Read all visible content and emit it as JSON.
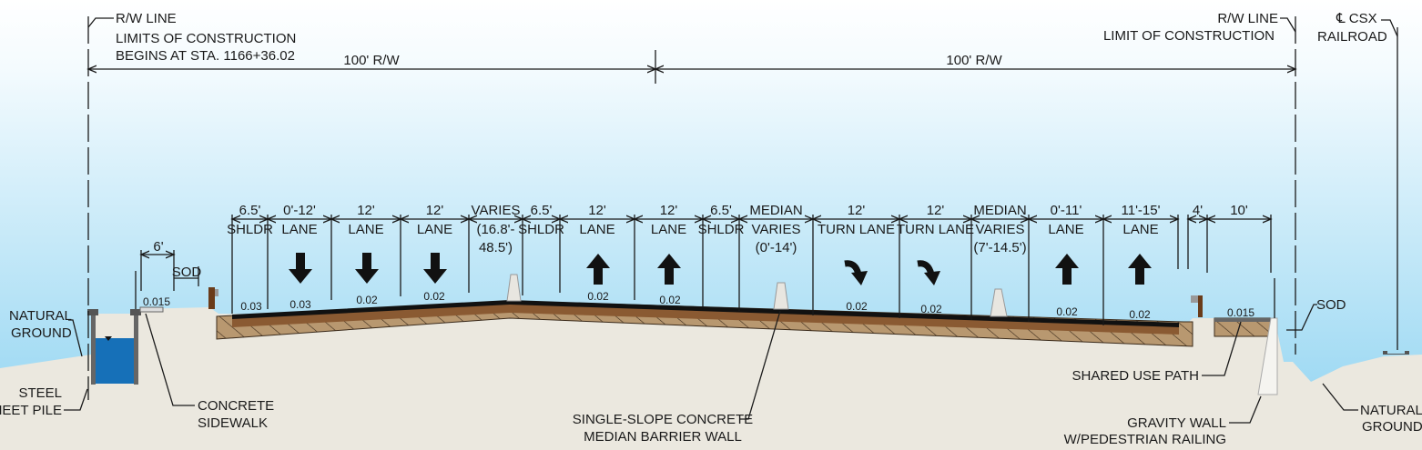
{
  "colors": {
    "sky_top": "#ffffff",
    "sky_bottom": "#8ed3f1",
    "ground": "#ebe8df",
    "asphalt": "#111111",
    "base": "#8a5a32",
    "subbase": "#b89870",
    "water": "#1670b8",
    "barrier": "#e8e6e0"
  },
  "top_left": {
    "line1": "R/W LINE",
    "line2": "LIMITS OF CONSTRUCTION",
    "line3": "BEGINS AT STA. 1166+36.02"
  },
  "top_right": {
    "line1": "R/W LINE",
    "line2": "LIMIT OF CONSTRUCTION"
  },
  "railroad": {
    "line1": "℄ CSX",
    "line2": "RAILROAD"
  },
  "rw_left": "100' R/W",
  "rw_right": "100' R/W",
  "segments": [
    {
      "dim": "6.5'",
      "name": "SHLDR",
      "extra": ""
    },
    {
      "dim": "0'-12'",
      "name": "LANE",
      "extra": ""
    },
    {
      "dim": "12'",
      "name": "LANE",
      "extra": ""
    },
    {
      "dim": "12'",
      "name": "LANE",
      "extra": ""
    },
    {
      "dim": "VARIES",
      "name": "(16.8'-",
      "extra": "48.5')"
    },
    {
      "dim": "6.5'",
      "name": "SHLDR",
      "extra": ""
    },
    {
      "dim": "12'",
      "name": "LANE",
      "extra": ""
    },
    {
      "dim": "12'",
      "name": "LANE",
      "extra": ""
    },
    {
      "dim": "6.5'",
      "name": "SHLDR",
      "extra": ""
    },
    {
      "dim": "MEDIAN",
      "name": "VARIES",
      "extra": "(0'-14')"
    },
    {
      "dim": "12'",
      "name": "TURN LANE",
      "extra": ""
    },
    {
      "dim": "12'",
      "name": "TURN LANE",
      "extra": ""
    },
    {
      "dim": "MEDIAN",
      "name": "VARIES",
      "extra": "(7'-14.5')"
    },
    {
      "dim": "0'-11'",
      "name": "LANE",
      "extra": ""
    },
    {
      "dim": "11'-15'",
      "name": "LANE",
      "extra": ""
    },
    {
      "dim": "4'",
      "name": "",
      "extra": ""
    },
    {
      "dim": "10'",
      "name": "",
      "extra": ""
    }
  ],
  "sidewalk": {
    "dim": "6'",
    "sod": "SOD",
    "slope": "0.015"
  },
  "slopes": [
    "0.03",
    "0.03",
    "0.02",
    "0.02",
    "0.02",
    "0.02",
    "0.02",
    "0.02",
    "0.02",
    "0.02",
    "0.015"
  ],
  "callouts": {
    "natural_ground_left": [
      "NATURAL",
      "GROUND"
    ],
    "steel_sheet_pile": [
      "STEEL",
      "SHEET PILE"
    ],
    "concrete_sidewalk": [
      "CONCRETE",
      "SIDEWALK"
    ],
    "median_barrier": [
      "SINGLE-SLOPE CONCRETE",
      "MEDIAN BARRIER WALL"
    ],
    "shared_use_path": "SHARED USE PATH",
    "sod_right": "SOD",
    "gravity_wall": [
      "GRAVITY WALL",
      "W/PEDESTRIAN RAILING"
    ],
    "natural_ground_right": [
      "NATURAL",
      "GROUND"
    ]
  }
}
